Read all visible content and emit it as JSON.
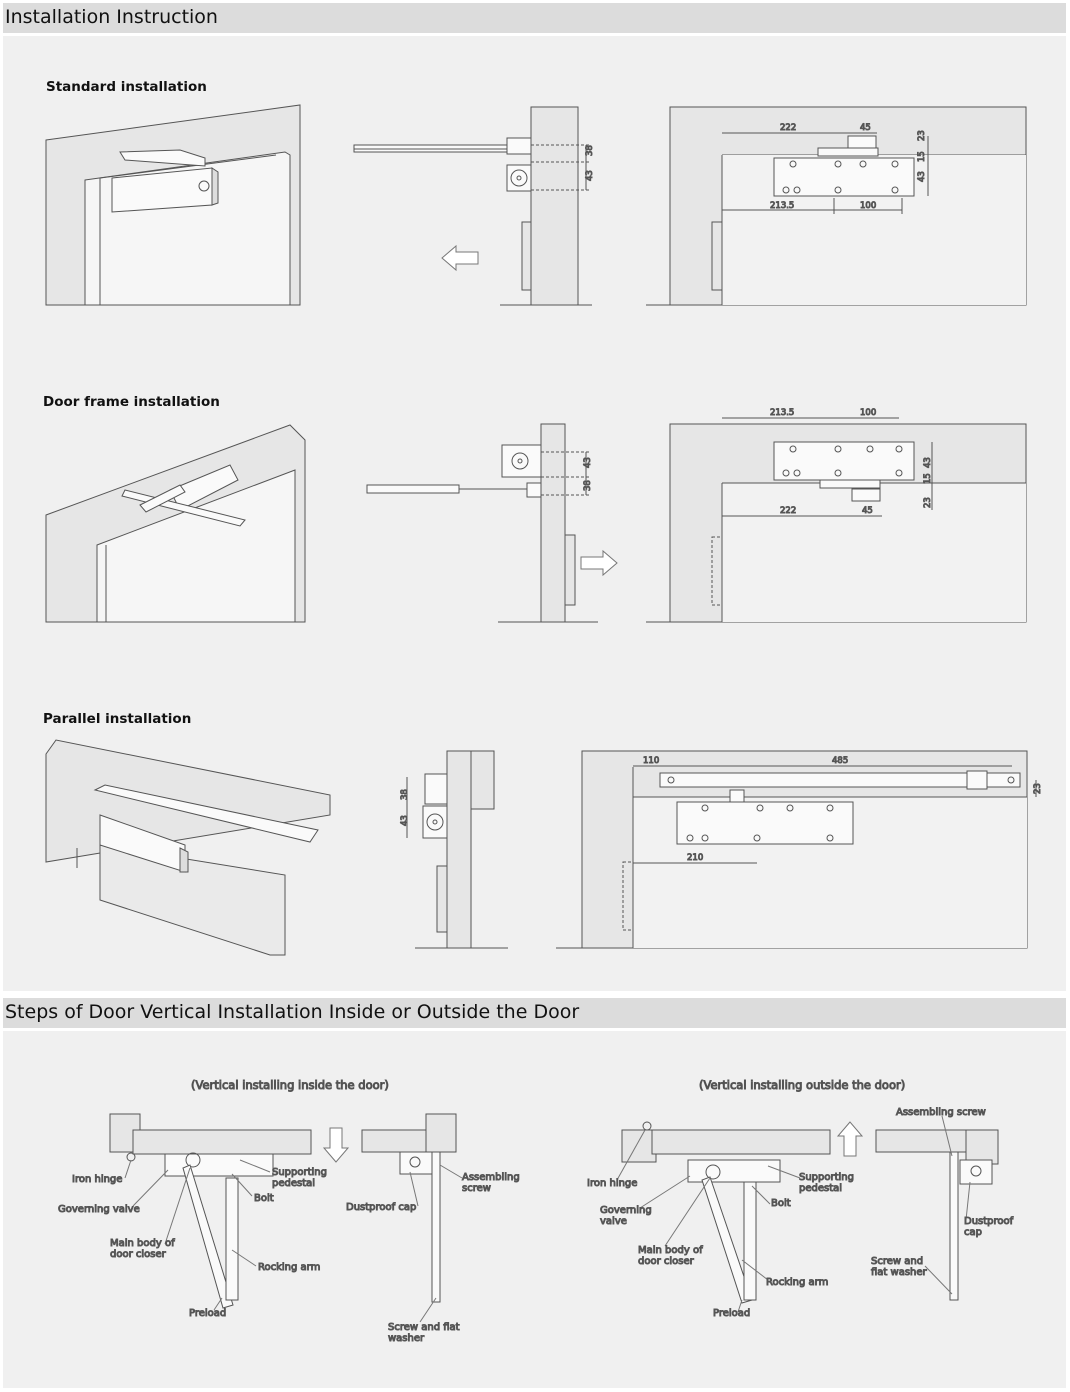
{
  "sections": {
    "install": {
      "title": "Installation Instruction"
    },
    "steps": {
      "title": "Steps of Door Vertical Installation Inside or Outside the Door"
    }
  },
  "standard": {
    "title": "Standard installation",
    "dims": {
      "d38": "38",
      "d43": "43",
      "d222": "222",
      "d45": "45",
      "d23": "23",
      "d15": "15",
      "d43b": "43",
      "d2135": "213.5",
      "d100": "100"
    }
  },
  "frame": {
    "title": "Door frame installation",
    "dims": {
      "d43": "43",
      "d38": "38",
      "d2135": "213.5",
      "d100": "100",
      "d43b": "43",
      "d15": "15",
      "d23": "23",
      "d222": "222",
      "d45": "45"
    }
  },
  "parallel": {
    "title": "Parallel installation",
    "dims": {
      "d38": "38",
      "d43": "43",
      "d110": "110",
      "d485": "485",
      "d23": "23",
      "d210": "210"
    }
  },
  "inside": {
    "caption": "(Vertical installing inside the door)",
    "labels": {
      "iron_hinge": "Iron hinge",
      "governing_valve": "Governing valve",
      "main_body_1": "Main body of",
      "main_body_2": "door closer",
      "supporting_1": "Supporting",
      "supporting_2": "pedestal",
      "bolt": "Bolt",
      "rocking_arm": "Rocking arm",
      "preload": "Preload",
      "dustproof_cap": "Dustproof cap",
      "assembling_1": "Assembling",
      "assembling_2": "screw",
      "screw_1": "Screw and flat",
      "screw_2": "washer"
    }
  },
  "outside": {
    "caption": "(Vertical installing outside the door)",
    "labels": {
      "iron_hinge": "Iron hinge",
      "governing_1": "Governing",
      "governing_2": "valve",
      "main_body_1": "Main body of",
      "main_body_2": "door closer",
      "supporting_1": "Supporting",
      "supporting_2": "pedestal",
      "bolt": "Bolt",
      "rocking_arm": "Rocking arm",
      "preload": "Preload",
      "assembling": "Assembling screw",
      "dustproof_1": "Dustproof",
      "dustproof_2": "cap",
      "screw_1": "Screw and",
      "screw_2": "flat washer"
    }
  }
}
